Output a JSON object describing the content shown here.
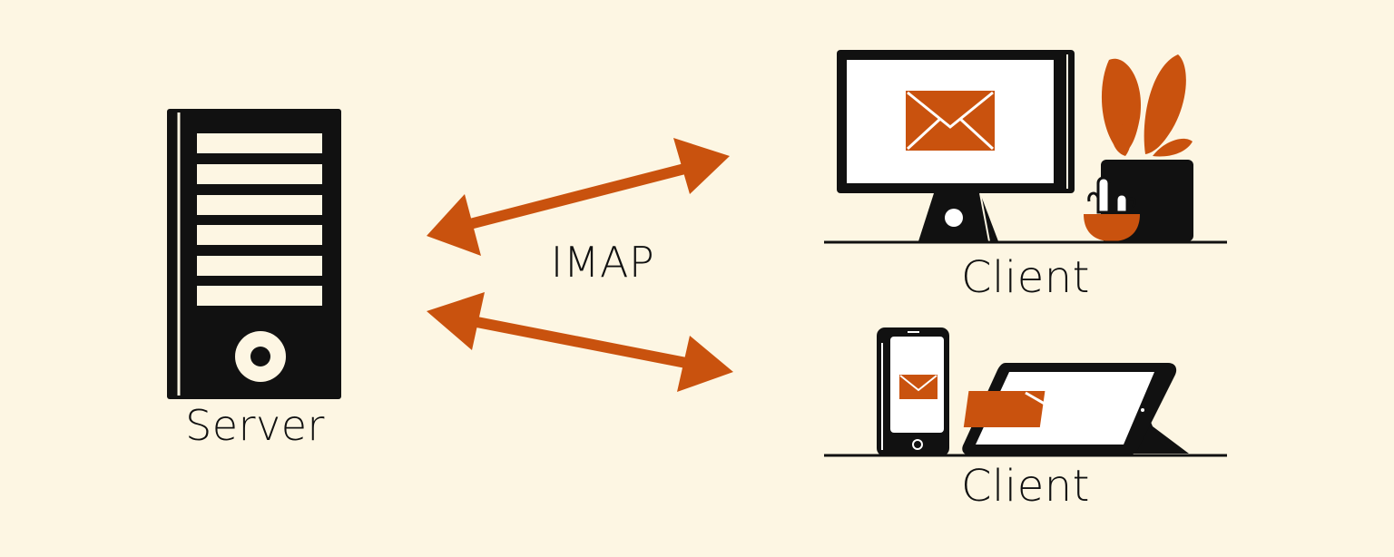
{
  "colors": {
    "background": "#fdf6e3",
    "accent": "#c9520e",
    "ink": "#111111",
    "screen": "#ffffff"
  },
  "labels": {
    "server": "Server",
    "protocol": "IMAP",
    "client_top": "Client",
    "client_bottom": "Client"
  },
  "icons": {
    "server": "server-tower-icon",
    "desktop": "desktop-monitor-icon",
    "phone": "smartphone-icon",
    "tablet": "tablet-icon",
    "mail": "envelope-icon",
    "plant": "potted-plant-icon",
    "cactus": "cactus-icon"
  }
}
